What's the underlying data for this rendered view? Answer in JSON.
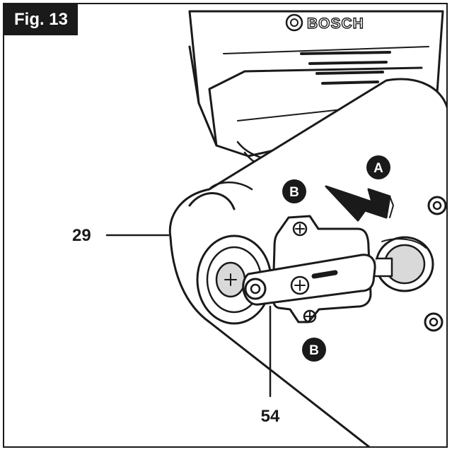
{
  "figure": {
    "label": "Fig. 13"
  },
  "brand": {
    "text": "BOSCH"
  },
  "callouts": {
    "c29": "29",
    "c54": "54"
  },
  "badges": {
    "a": "A",
    "b_top": "B",
    "b_bottom": "B"
  },
  "colors": {
    "ink": "#1a1a1a",
    "paper": "#ffffff",
    "shade": "#d9d9d9"
  }
}
